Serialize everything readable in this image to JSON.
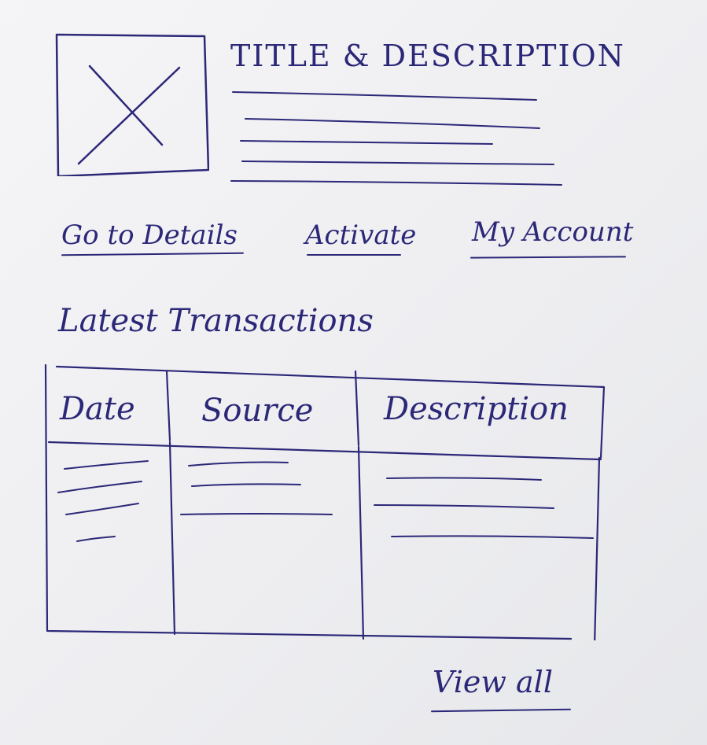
{
  "product": {
    "image_label": "image placeholder",
    "title": "TITLE & DESCRIPTION"
  },
  "actions": {
    "details": "Go to Details",
    "activate": "Activate",
    "account": "My Account"
  },
  "transactions": {
    "title": "Latest Transactions",
    "columns": [
      "Date",
      "Source",
      "Description"
    ],
    "view_all": "View all"
  },
  "colors": {
    "ink": "#2c2878",
    "paper": "#f1f1f3"
  }
}
